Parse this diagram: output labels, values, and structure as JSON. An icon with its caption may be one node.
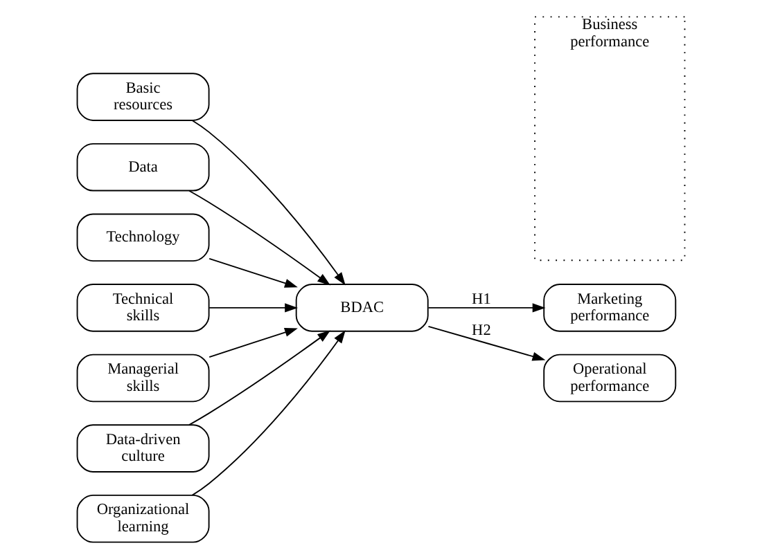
{
  "diagram": {
    "nodes": [
      {
        "text": [
          "Basic resources"
        ]
      },
      {
        "text": [
          "Data"
        ]
      },
      {
        "text": [
          "Technology"
        ]
      },
      {
        "text": [
          "Technical skills"
        ]
      },
      {
        "text": [
          "Managerial skills"
        ]
      },
      {
        "text": [
          "Data-driven culture"
        ]
      },
      {
        "text": [
          "Organizational learning"
        ]
      },
      {
        "text": [
          "BDAC"
        ]
      },
      {
        "text": [
          "Business performance"
        ]
      },
      {
        "text": [
          "Marketing performance"
        ]
      },
      {
        "text": [
          "Operational performance"
        ]
      }
    ],
    "edges": [
      {
        "from": 0,
        "to": 7,
        "arrow": "to"
      },
      {
        "from": 1,
        "to": 7,
        "arrow": "to"
      },
      {
        "from": 2,
        "to": 7,
        "arrow": "to"
      },
      {
        "from": 3,
        "to": 7,
        "arrow": "to"
      },
      {
        "from": 4,
        "to": 7,
        "arrow": "to"
      },
      {
        "from": 5,
        "to": 7,
        "arrow": "to"
      },
      {
        "from": 6,
        "to": 7,
        "arrow": "to"
      },
      {
        "from": 7,
        "to": 9,
        "arrow": "to",
        "label": "H1"
      },
      {
        "from": 7,
        "to": 10,
        "arrow": "to",
        "label": "H2"
      }
    ]
  }
}
